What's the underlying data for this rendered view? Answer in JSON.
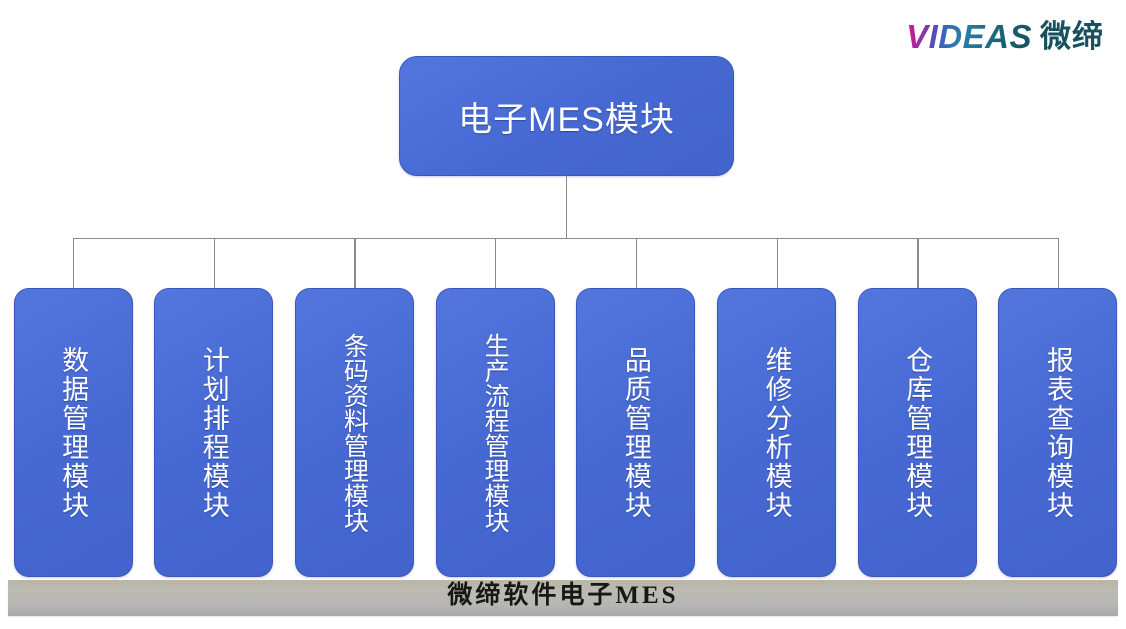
{
  "brand": {
    "mark": "VIDEAS",
    "name_cn": "微缔",
    "mark_gradient_from": "#d81b8c",
    "mark_gradient_to": "#17505f"
  },
  "diagram": {
    "type": "org-tree",
    "node_fill": "#4769d3",
    "node_border": "#3a57ba",
    "connector_color": "#8a8a8a",
    "text_color": "#ffffff",
    "background": "#ffffff",
    "root": {
      "label": "电子MES模块"
    },
    "children": [
      {
        "label": "数据管理模块"
      },
      {
        "label": "计划排程模块"
      },
      {
        "label": "条码资料管理模块"
      },
      {
        "label": "生产流程管理模块"
      },
      {
        "label": "品质管理模块"
      },
      {
        "label": "维修分析模块"
      },
      {
        "label": "仓库管理模块"
      },
      {
        "label": "报表查询模块"
      }
    ]
  },
  "platform": {
    "label": "微缔软件电子MES",
    "fill": "#b6b6b4"
  }
}
